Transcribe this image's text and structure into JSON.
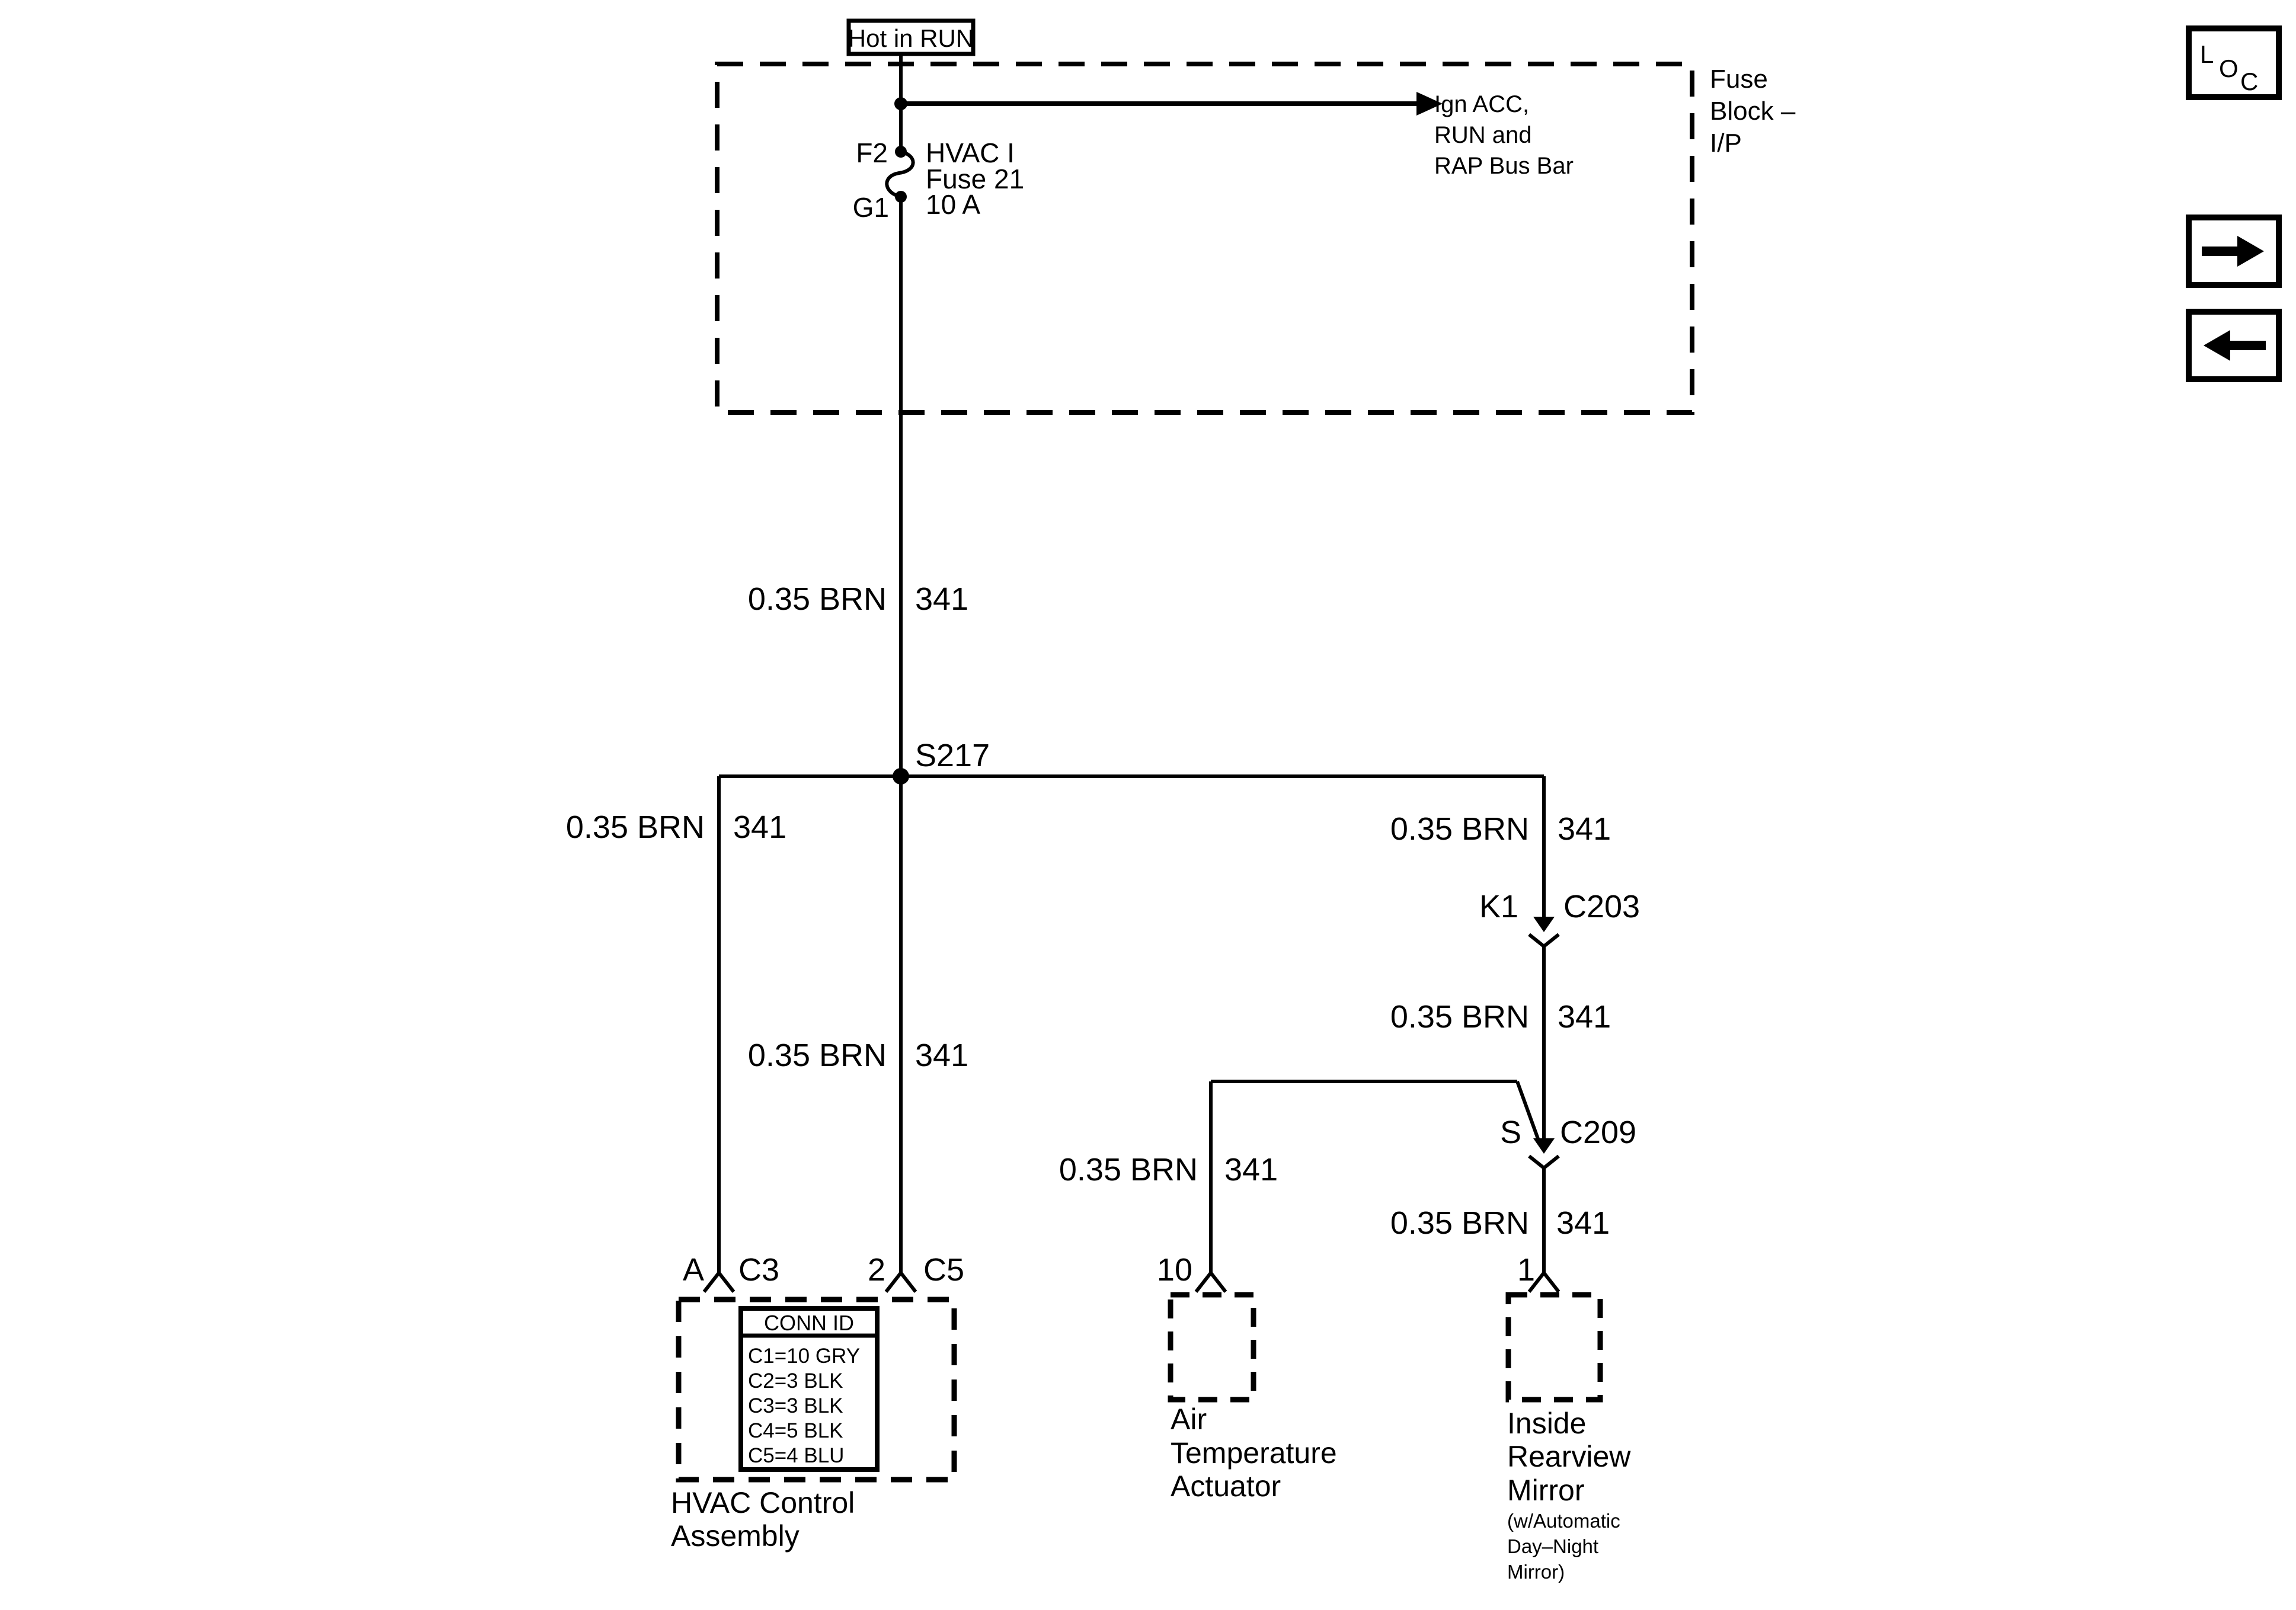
{
  "power_source": {
    "label": "Hot in RUN"
  },
  "fuse_block": {
    "title_line1": "Fuse",
    "title_line2": "Block –",
    "title_line3": "I/P",
    "bus_arrow_line1": "Ign ACC,",
    "bus_arrow_line2": "RUN and",
    "bus_arrow_line3": "RAP Bus Bar",
    "fuse_top_terminal": "F2",
    "fuse_bottom_terminal": "G1",
    "fuse_name": "HVAC I",
    "fuse_id": "Fuse 21",
    "fuse_rating": "10 A"
  },
  "splice": {
    "id": "S217"
  },
  "wire_label": {
    "gauge_color": "0.35 BRN",
    "circuit": "341"
  },
  "connectors": {
    "c203": {
      "terminal": "K1",
      "id": "C203"
    },
    "c209": {
      "terminal": "S",
      "id": "C209"
    }
  },
  "hvac": {
    "pin_a": "A",
    "conn_a": "C3",
    "pin_2": "2",
    "conn_2": "C5",
    "conn_table": {
      "header": "CONN ID",
      "rows": [
        "C1=10 GRY",
        "C2=3 BLK",
        "C3=3 BLK",
        "C4=5 BLK",
        "C5=4 BLU"
      ]
    },
    "name_line1": "HVAC Control",
    "name_line2": "Assembly"
  },
  "actuator": {
    "pin": "10",
    "name_line1": "Air",
    "name_line2": "Temperature",
    "name_line3": "Actuator"
  },
  "mirror": {
    "pin": "1",
    "name_line1": "Inside",
    "name_line2": "Rearview",
    "name_line3": "Mirror",
    "sub_line1": "(w/Automatic",
    "sub_line2": "Day–Night",
    "sub_line3": "Mirror)"
  },
  "nav": {
    "loc": {
      "l": "L",
      "o": "O",
      "c": "C"
    }
  },
  "colors": {
    "ink": "#000000",
    "paper": "#ffffff"
  }
}
